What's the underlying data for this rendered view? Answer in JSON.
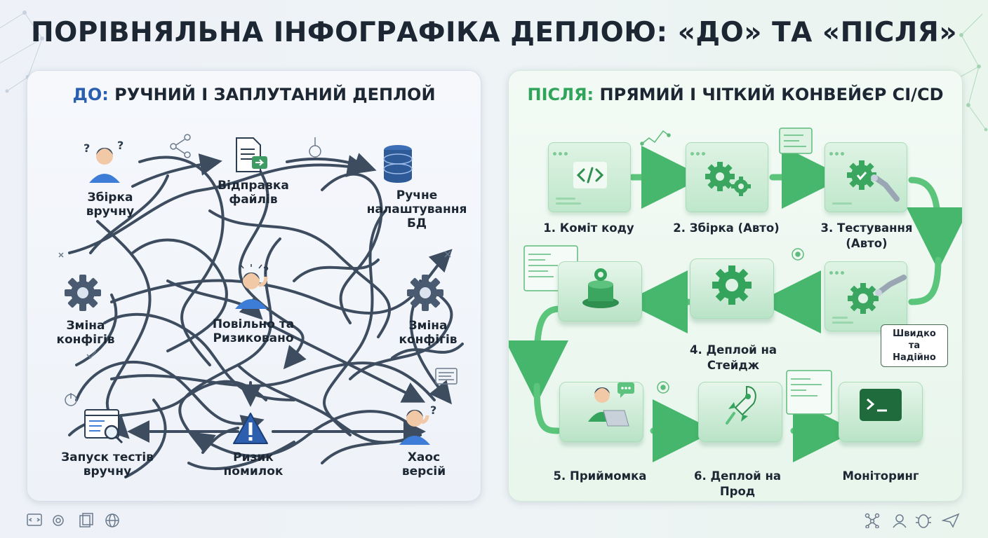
{
  "title": "ПОРІВНЯЛЬНА ІНФОГРАФІКА ДЕПЛОЮ: «ДО» ТА «ПІСЛЯ»",
  "before": {
    "title_prefix": "ДО:",
    "title_rest": " РУЧНИЙ І ЗАПЛУТАНИЙ ДЕПЛОЙ",
    "nodes": [
      {
        "label": "Збірка\nвручну",
        "icon": "confused-person-icon"
      },
      {
        "label": "Відправка\nфайлів",
        "icon": "file-transfer-icon"
      },
      {
        "label": "Ручне\nналаштування БД",
        "icon": "database-icon"
      },
      {
        "label": "Зміна\nконфігів",
        "icon": "gear-icon"
      },
      {
        "label": "Повільно та\nРизиковано",
        "icon": "stressed-person-icon"
      },
      {
        "label": "Зміна\nконфігів",
        "icon": "gear-icon"
      },
      {
        "label": "Запуск тестів\nвручну",
        "icon": "test-search-icon"
      },
      {
        "label": "Ризик\nпомилок",
        "icon": "warning-icon"
      },
      {
        "label": "Хаос\nверсій",
        "icon": "confused-person-icon"
      }
    ],
    "accent": "#2a5fb0",
    "line_color": "#2e3e52"
  },
  "after": {
    "title_prefix": "ПІСЛЯ:",
    "title_rest": " ПРЯМИЙ І ЧІТКИЙ КОНВЕЙЄР CI/CD",
    "steps": [
      {
        "label": "1. Коміт коду",
        "icon": "code-icon"
      },
      {
        "label": "2. Збірка (Авто)",
        "icon": "gears-icon"
      },
      {
        "label": "3. Тестування\n(Авто)",
        "icon": "robot-test-icon"
      },
      {
        "label": "",
        "icon": "robot-gear-icon"
      },
      {
        "label": "4. Деплой на Стейдж",
        "icon": "gear-icon"
      },
      {
        "label": "",
        "icon": "server-icon"
      },
      {
        "label": "5. Приймомка",
        "icon": "developer-laptop-icon"
      },
      {
        "label": "6. Деплой на Прод",
        "icon": "rocket-icon"
      },
      {
        "label": "Моніторинг",
        "icon": "terminal-icon"
      }
    ],
    "bubble": "Швидко\nта Надійно",
    "accent": "#2fa45a"
  },
  "footer_left_icons": [
    "code-icon",
    "gear-icon",
    "documents-icon",
    "globe-icon"
  ],
  "footer_right_icons": [
    "network-icon",
    "user-icon",
    "bug-icon",
    "send-icon"
  ]
}
